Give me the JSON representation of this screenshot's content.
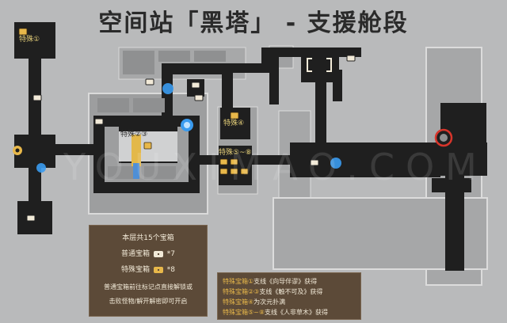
{
  "title": "空间站「黑塔」 - 支援舱段",
  "watermark": "YOUXIMAO.COM",
  "area_labels": {
    "special_1": "特殊①",
    "special_2_3": "特殊②③",
    "special_4": "特殊④",
    "special_5_8": "特殊⑤~⑧"
  },
  "legend": {
    "total": "本层共15个宝箱",
    "normal_label": "普通宝箱",
    "normal_count": "*7",
    "special_label": "特殊宝箱",
    "special_count": "*8",
    "hint_line1": "普通宝箱前往标记点直接解锁或",
    "hint_line2": "击败怪物/解开解密即可开启"
  },
  "notes": [
    {
      "tag": "特殊宝箱①",
      "text": "支线《向导伴谬》获得"
    },
    {
      "tag": "特殊宝箱②③",
      "text": "支线《触不可及》获得"
    },
    {
      "tag": "特殊宝箱④",
      "text": "为次元扑满"
    },
    {
      "tag": "特殊宝箱⑤~⑧",
      "text": "支线《人非草木》获得"
    }
  ],
  "colors": {
    "background": "#b9babb",
    "corridor": "#1f1f1f",
    "room": "#8f9091",
    "legend_bg": "#5c4a38",
    "accent_gold": "#e8b84a",
    "teleport": "#3a9bef",
    "boss_marker": "#d8352b"
  },
  "icons": [
    "chest-icon",
    "special-chest-icon",
    "space-anchor-icon",
    "exit-marker-icon",
    "boss-marker-icon",
    "door-icon"
  ]
}
